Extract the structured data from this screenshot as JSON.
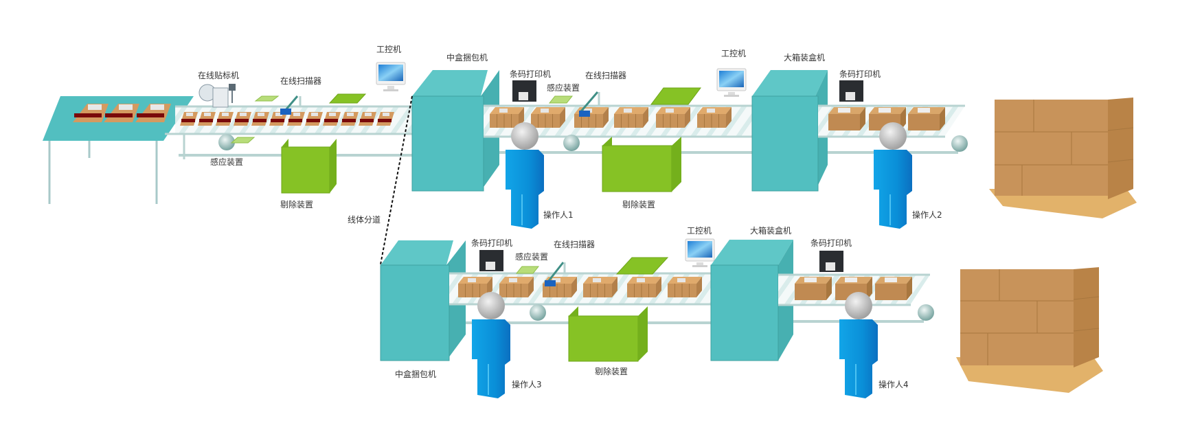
{
  "diagram": {
    "title": "",
    "colors": {
      "machine_front": "#52bfc0",
      "machine_top": "#5fc7c7",
      "machine_side": "#47b0b1",
      "reject_bin": "#86c225",
      "sensor": "#b8dd7a",
      "conveyor": "#e8f3f2",
      "operator": "#1aa6e6",
      "box": "#c8935a",
      "table": "#52bfc0",
      "red_strip": "#7a0a0a"
    },
    "labels": {
      "online_labeler": "在线贴标机",
      "scanner_1": "在线扫描器",
      "sensor_1": "感应装置",
      "reject_1": "剔除装置",
      "ipc_1": "工控机",
      "mid_box_bundler_1": "中盒捆包机",
      "barcode_printer_1": "条码打印机",
      "sensor_2": "感应装置",
      "scanner_2": "在线扫描器",
      "operator_1": "操作人1",
      "reject_2": "剔除装置",
      "ipc_2": "工控机",
      "big_case_packer_1": "大箱装盒机",
      "barcode_printer_2": "条码打印机",
      "operator_2": "操作人2",
      "line_split": "线体分道",
      "barcode_printer_3": "条码打印机",
      "sensor_3": "感应装置",
      "scanner_3": "在线扫描器",
      "ipc_3": "工控机",
      "big_case_packer_2": "大箱装盒机",
      "barcode_printer_4": "条码打印机",
      "mid_box_bundler_2": "中盒捆包机",
      "reject_3": "剔除装置",
      "operator_3": "操作人3",
      "operator_4": "操作人4"
    },
    "icons": {
      "labeler": "labeler-machine-icon",
      "scanner": "barcode-scanner-icon",
      "sensor": "sensor-icon",
      "reject_bin": "reject-bin-icon",
      "ipc": "computer-monitor-icon",
      "machine": "packing-machine-icon",
      "printer": "barcode-printer-icon",
      "operator": "operator-person-icon",
      "pallet": "pallet-of-boxes-icon",
      "roller": "conveyor-roller-icon"
    }
  }
}
